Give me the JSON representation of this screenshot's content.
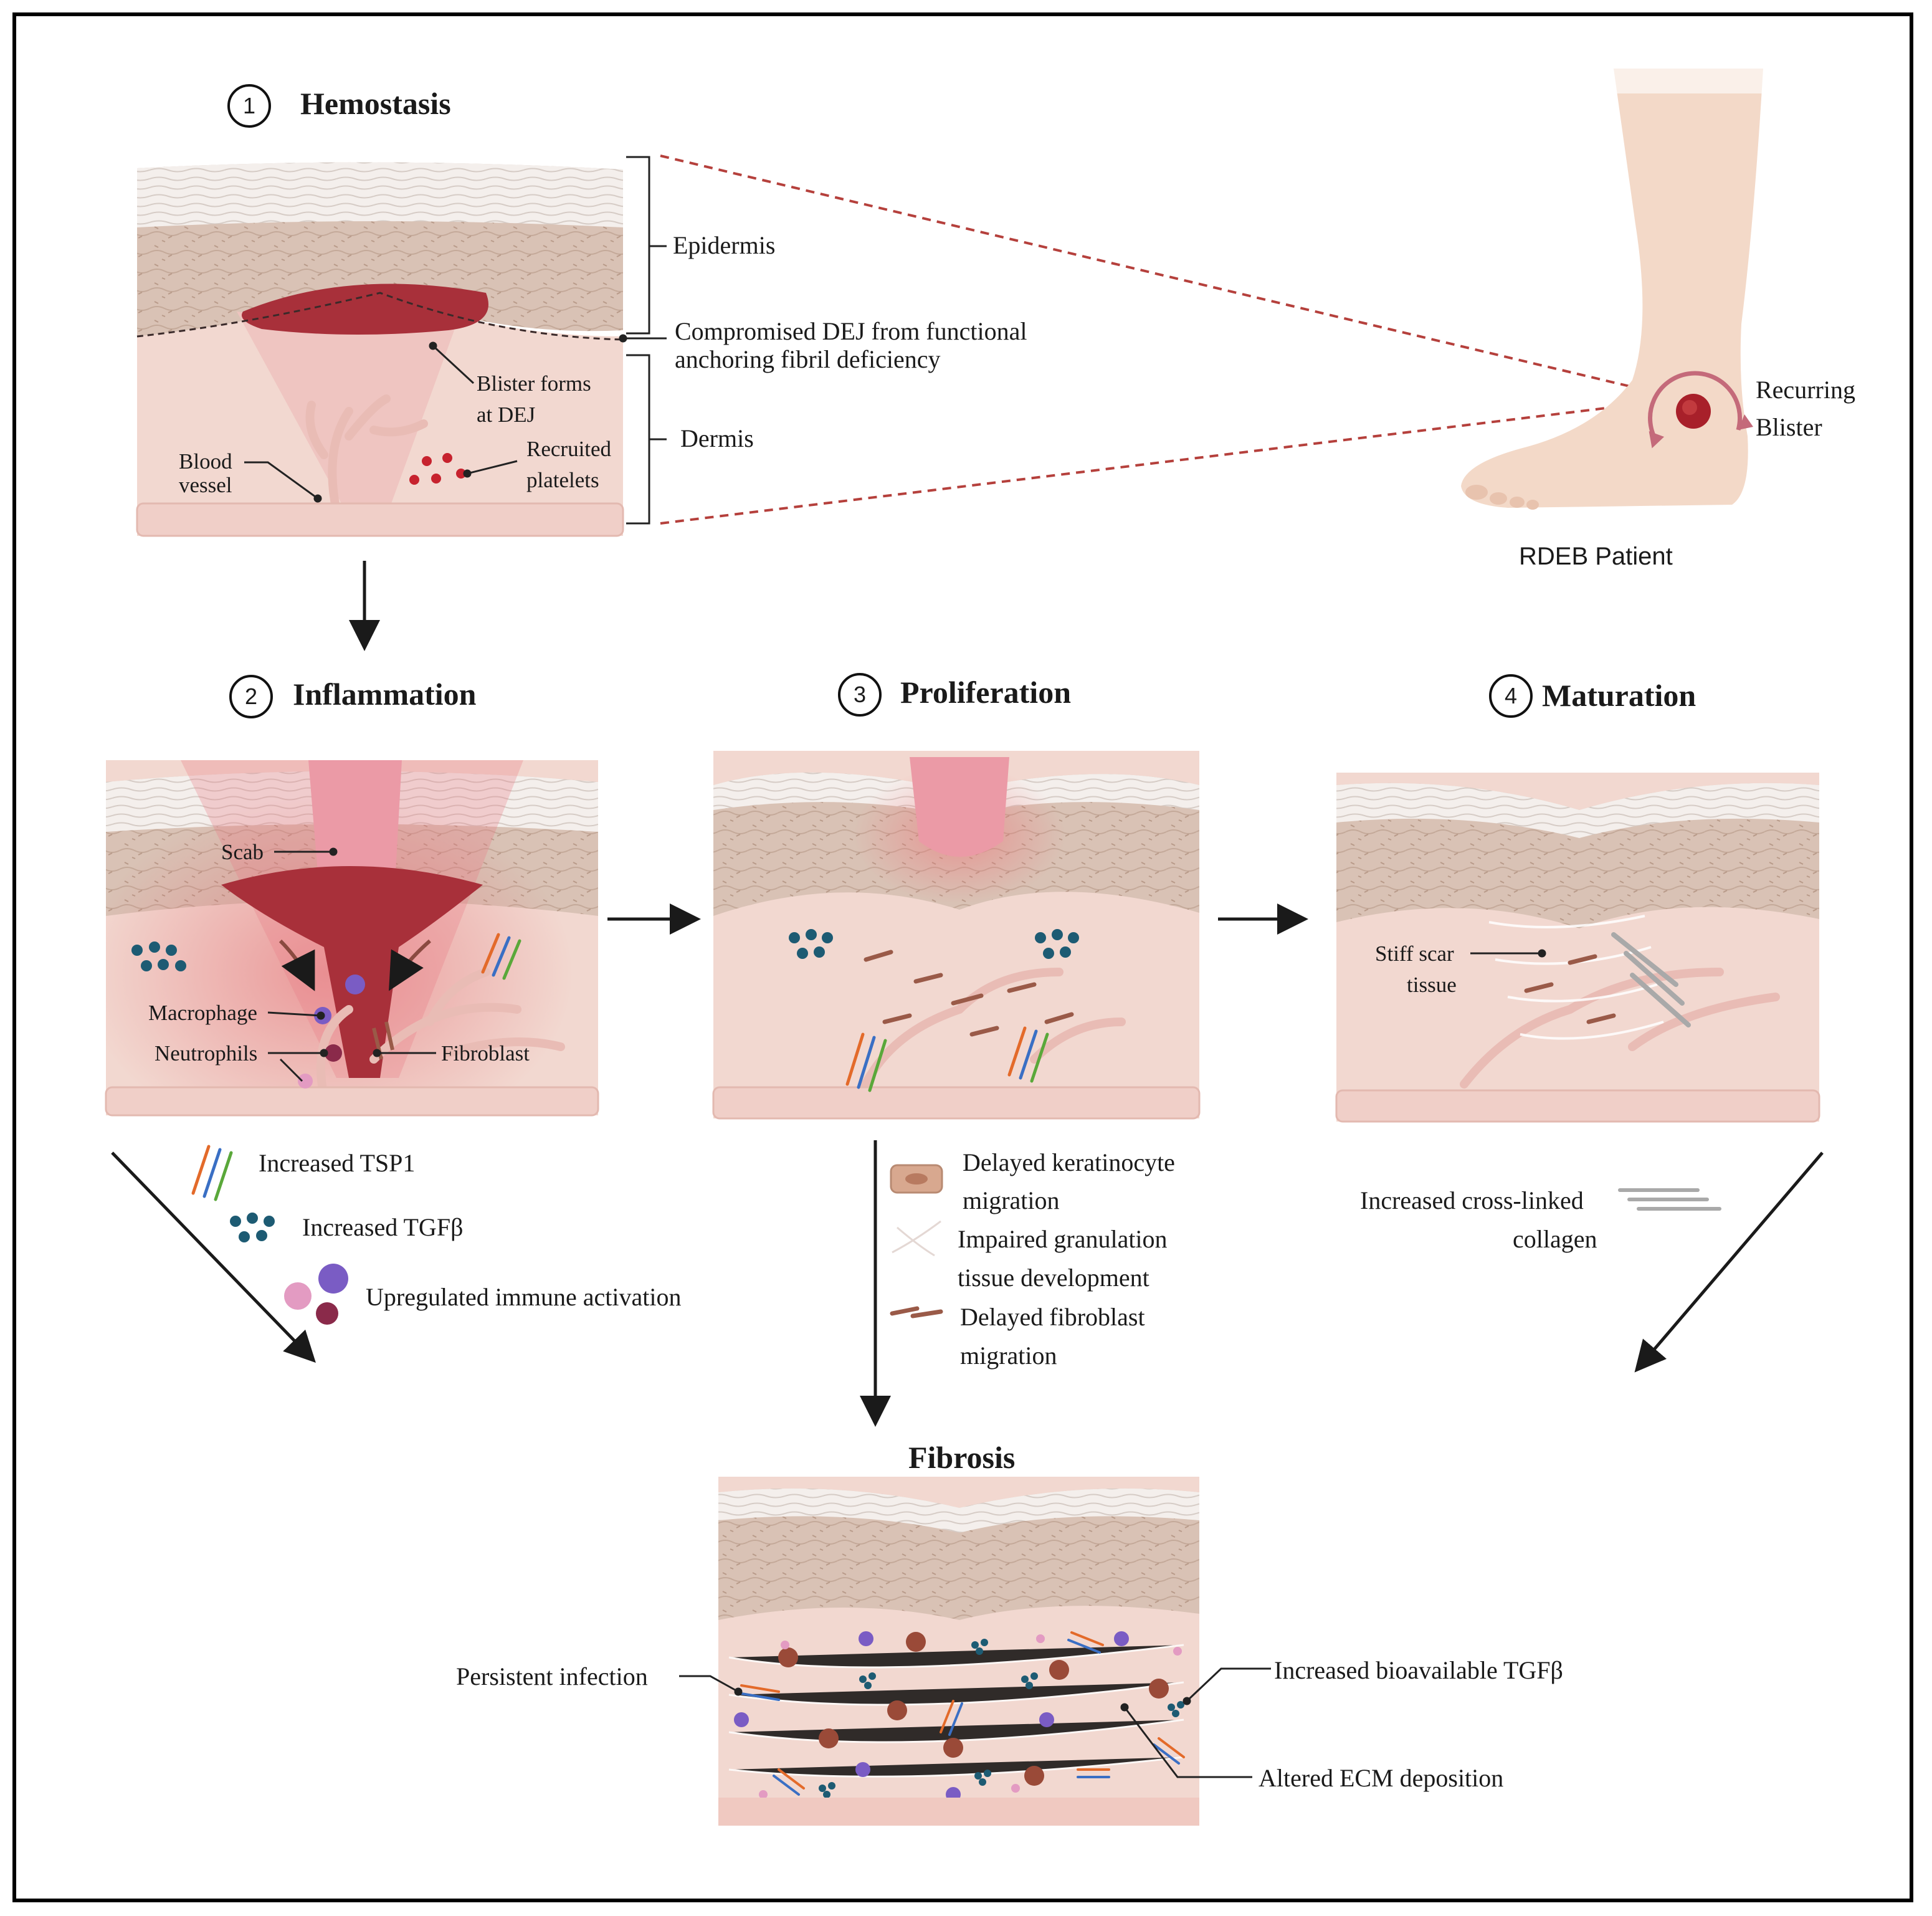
{
  "stages": {
    "hemostasis": {
      "number": "1",
      "title": "Hemostasis"
    },
    "inflammation": {
      "number": "2",
      "title": "Inflammation"
    },
    "proliferation": {
      "number": "3",
      "title": "Proliferation"
    },
    "maturation": {
      "number": "4",
      "title": "Maturation"
    },
    "fibrosis": {
      "title": "Fibrosis"
    }
  },
  "hemostasis_labels": {
    "epidermis": "Epidermis",
    "dej_line1": "Compromised DEJ from functional",
    "dej_line2": "anchoring fibril deficiency",
    "blister_line1": "Blister forms",
    "blister_line2": "at DEJ",
    "dermis": "Dermis",
    "blood_line1": "Blood",
    "blood_line2": "vessel",
    "platelets_line1": "Recruited",
    "platelets_line2": "platelets"
  },
  "patient": {
    "recurring_line1": "Recurring",
    "recurring_line2": "Blister",
    "caption": "RDEB Patient"
  },
  "inflammation_labels": {
    "scab": "Scab",
    "macrophage": "Macrophage",
    "neutrophils": "Neutrophils",
    "fibroblast": "Fibroblast"
  },
  "maturation_labels": {
    "scar_line1": "Stiff scar",
    "scar_line2": "tissue"
  },
  "legend_inflammation": {
    "tsp1": "Increased TSP1",
    "tgfb": "Increased TGFβ",
    "immune": "Upregulated immune activation"
  },
  "legend_proliferation": {
    "kera_line1": "Delayed keratinocyte",
    "kera_line2": "migration",
    "gran_line1": "Impaired granulation",
    "gran_line2": "tissue development",
    "fibro_line1": "Delayed fibroblast",
    "fibro_line2": "migration"
  },
  "legend_maturation": {
    "collagen_line1": "Increased cross-linked",
    "collagen_line2": "collagen"
  },
  "fibrosis_labels": {
    "infection": "Persistent infection",
    "tgfb": "Increased bioavailable TGFβ",
    "ecm": "Altered ECM deposition"
  },
  "colors": {
    "blister": "#a8303a",
    "dermis": "#f2d8d0",
    "epidermis": "#d8bfb2",
    "tgfb_dot": "#1d5b73",
    "dashed_line": "#b5403c"
  }
}
